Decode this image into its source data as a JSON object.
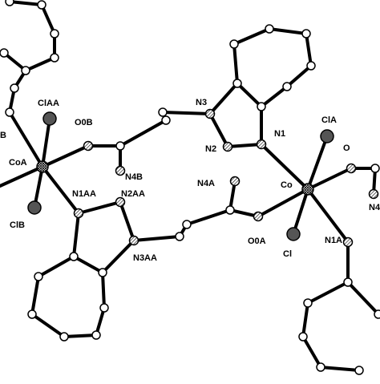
{
  "diagram": {
    "labels": {
      "co": "Co",
      "coa": "CoA",
      "n1": "N1",
      "n2": "N2",
      "n3": "N3",
      "n1a": "N1A",
      "n4": "N4",
      "n4a": "N4A",
      "n4b": "N4B",
      "n1aa": "N1AA",
      "n2aa": "N2AA",
      "n3aa": "N3AA",
      "o": "O",
      "ooa": "O0A",
      "oob": "O0B",
      "cl": "Cl",
      "cla": "ClA",
      "clb": "ClB",
      "claa": "ClAA",
      "b": "B"
    },
    "atom_styles": {
      "carbon": "#ffffff",
      "chlorine": "#555555",
      "nitrogen": "#bbbbbb",
      "metal": "#333333"
    }
  }
}
